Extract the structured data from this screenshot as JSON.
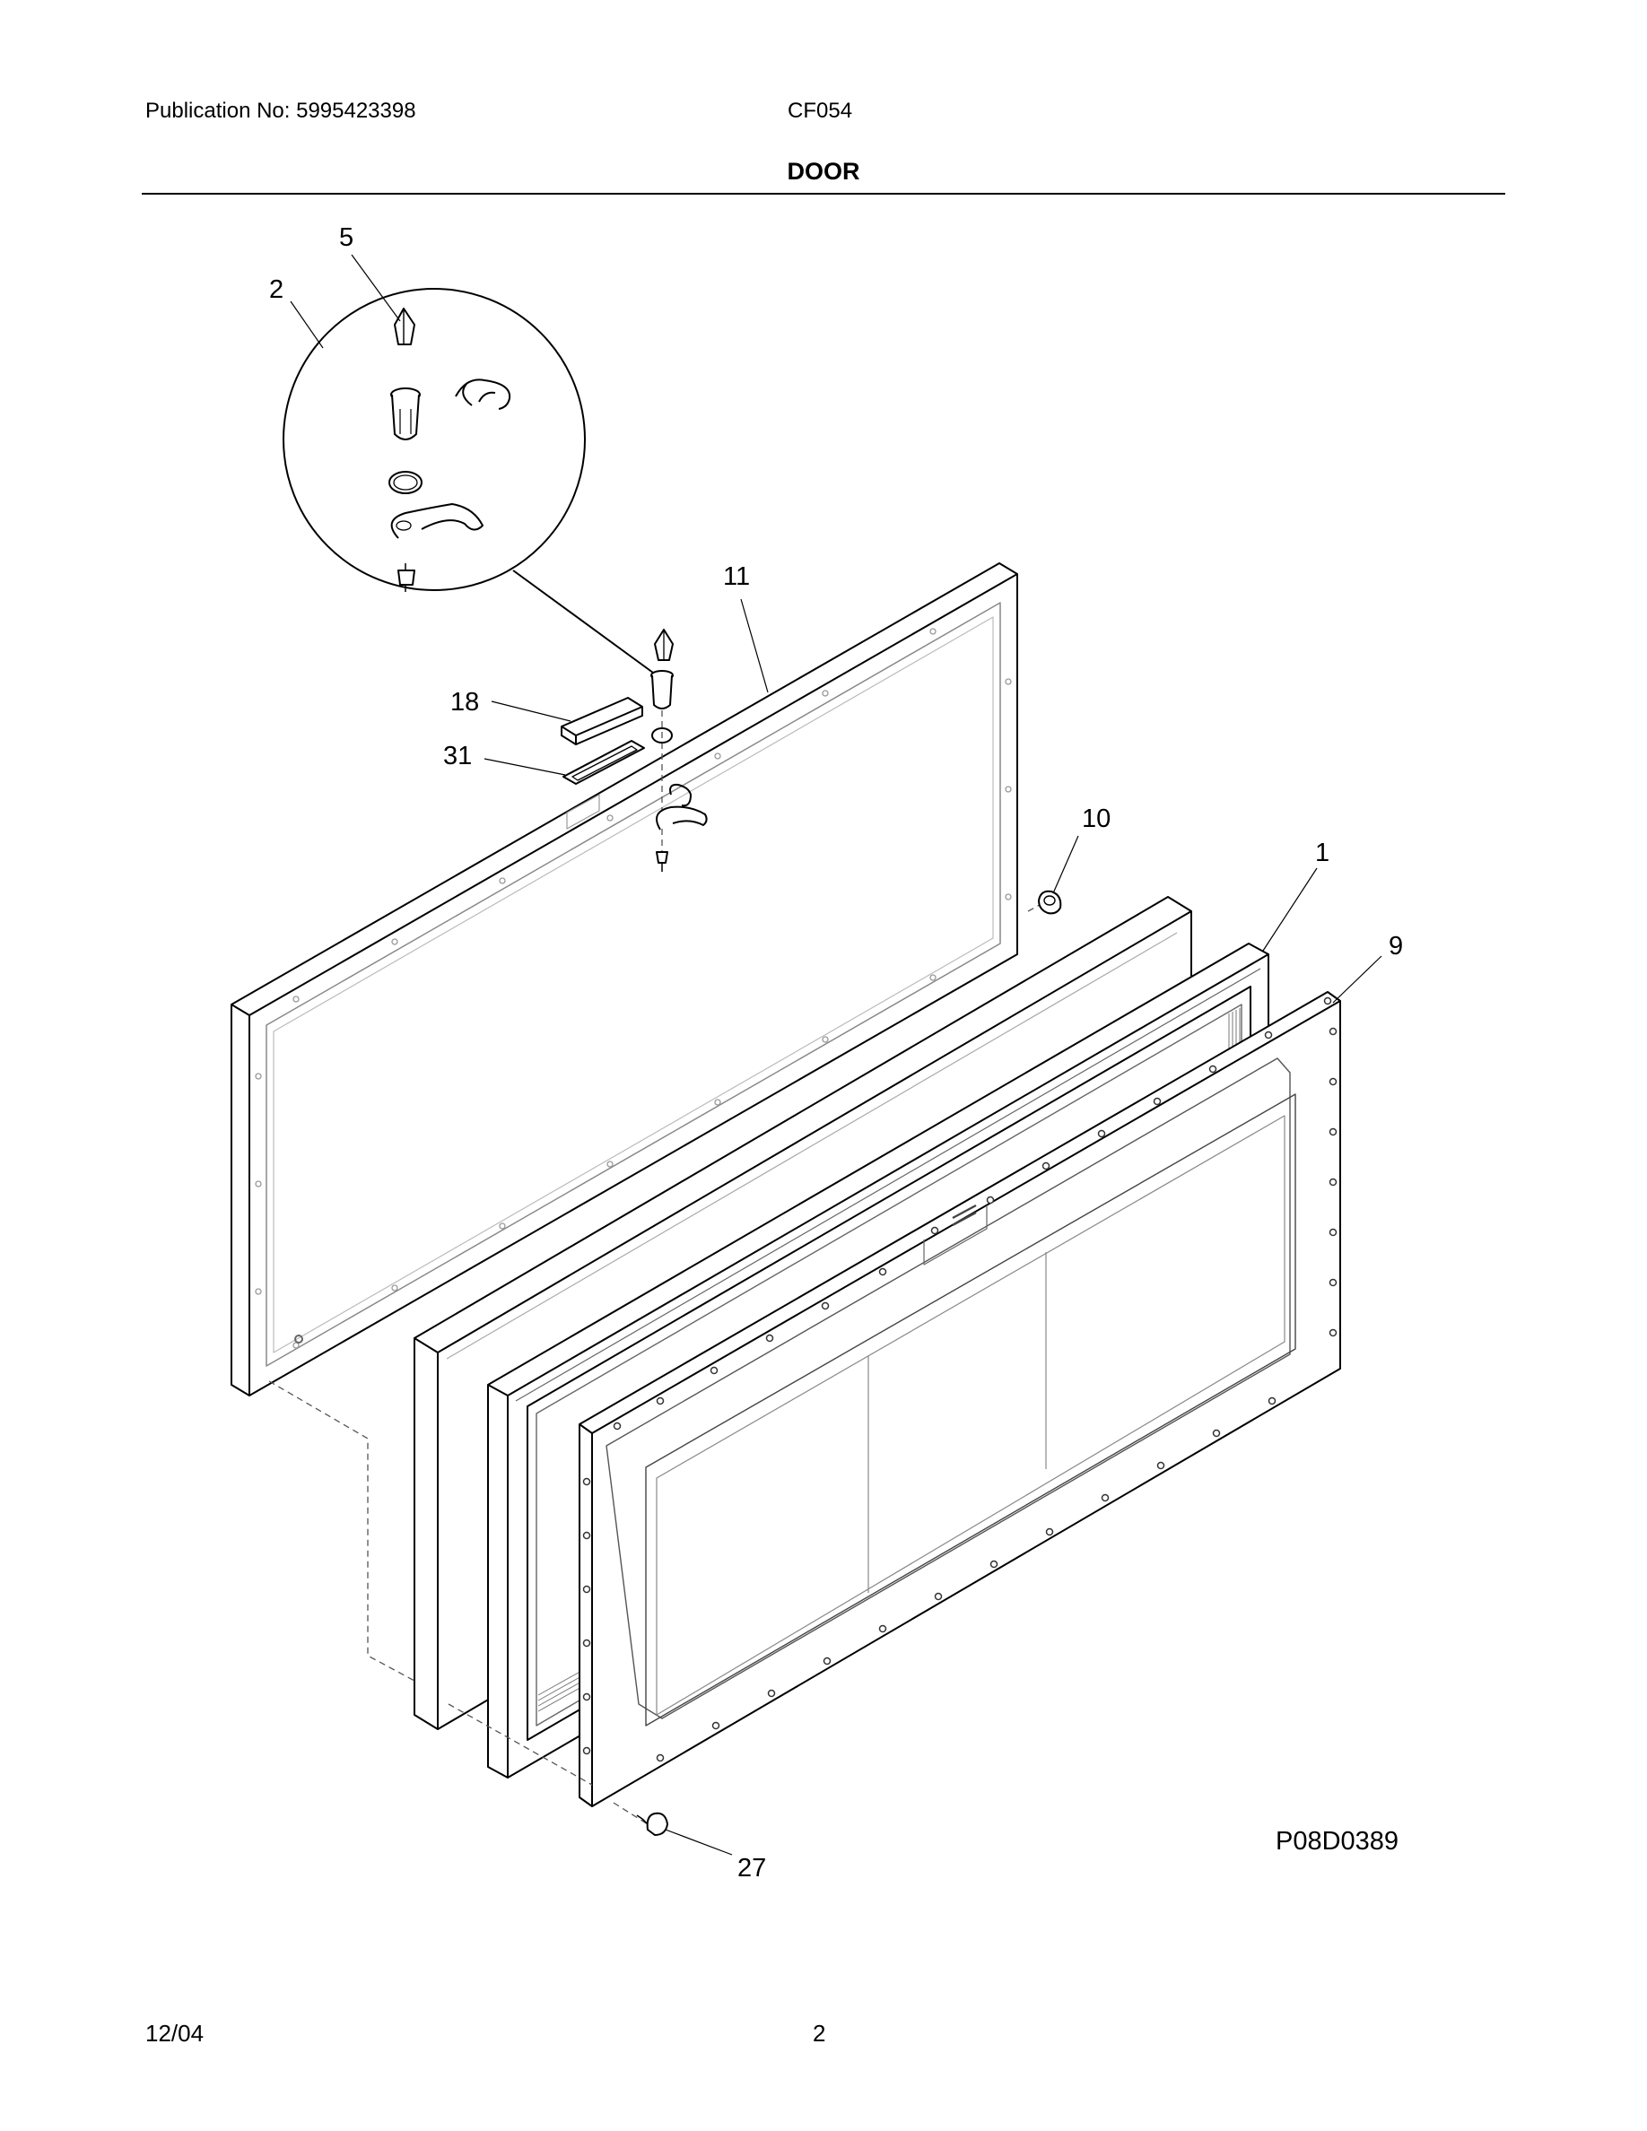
{
  "header": {
    "publication": "Publication No: 5995423398",
    "model": "CF054",
    "section_title": "DOOR"
  },
  "diagram": {
    "figure_id": "P08D0389",
    "callouts": [
      "5",
      "2",
      "11",
      "18",
      "31",
      "10",
      "1",
      "9",
      "27"
    ]
  },
  "footer": {
    "date": "12/04",
    "page": "2"
  }
}
